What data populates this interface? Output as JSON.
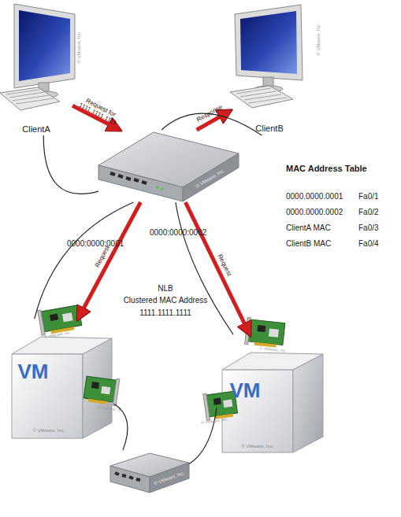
{
  "diagram": {
    "nodes": [
      {
        "text": [
          "ClientA",
          "© VMware, Inc."
        ]
      },
      {
        "text": [
          "ClientB",
          "© VMware, Inc."
        ]
      },
      {
        "text": [
          "© VMware, Inc."
        ]
      },
      {
        "text": [
          "VM",
          "© VMware, Inc."
        ]
      },
      {
        "text": [
          "VM",
          "© VMware, Inc."
        ]
      },
      {
        "text": [
          "© VMware, Inc."
        ]
      }
    ],
    "edges": [
      {
        "from": 0,
        "to": 2,
        "arrow": "to",
        "label": "Request for 1111.1111.1111"
      },
      {
        "from": 2,
        "to": 1,
        "arrow": "to",
        "label": "Response"
      },
      {
        "from": 2,
        "to": 3,
        "arrow": "to",
        "label": "Request"
      },
      {
        "from": 2,
        "to": 4,
        "arrow": "to",
        "label": "Request"
      },
      {
        "from": 0,
        "to": 2,
        "arrow": "none"
      },
      {
        "from": 1,
        "to": 2,
        "arrow": "none"
      },
      {
        "from": 2,
        "to": 3,
        "arrow": "none"
      },
      {
        "from": 2,
        "to": 4,
        "arrow": "none"
      },
      {
        "from": 3,
        "to": 5,
        "arrow": "none"
      },
      {
        "from": 4,
        "to": 5,
        "arrow": "none"
      }
    ],
    "labels": [
      "MAC Address Table",
      "0000.0000.0001",
      "Fa0/1",
      "0000.0000.0002",
      "Fa0/2",
      "ClientA MAC",
      "Fa0/3",
      "ClientB MAC",
      "Fa0/4",
      "0000:0000:0001",
      "0000:0000:0002",
      "NLB",
      "Clustered MAC Address",
      "1111.1111.1111",
      "© VMware, Inc.",
      "© VMware, Inc.",
      "© VMware, Inc.",
      "© VMware, Inc."
    ]
  }
}
